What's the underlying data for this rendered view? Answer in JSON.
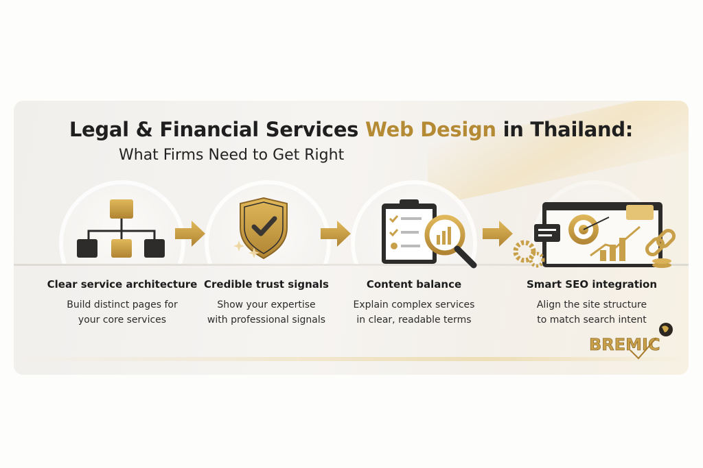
{
  "title": {
    "part1": "Legal & Financial Services ",
    "accent": "Web Design",
    "part2": " in Thailand:"
  },
  "subtitle": "What Firms Need to Get Right",
  "colors": {
    "gold": "#c9a04a",
    "dark": "#2b2b2b",
    "accent_text": "#b58a35"
  },
  "steps": [
    {
      "icon": "sitemap-icon",
      "title": "Clear service architecture",
      "desc1": "Build distinct pages for",
      "desc2": "your core services"
    },
    {
      "icon": "shield-check-icon",
      "title": "Credible trust signals",
      "desc1": "Show your expertise",
      "desc2": "with professional signals"
    },
    {
      "icon": "clipboard-magnifier-icon",
      "title": "Content balance",
      "desc1": "Explain complex services",
      "desc2": "in clear, readable terms"
    },
    {
      "icon": "seo-dashboard-icon",
      "title": "Smart SEO integration",
      "desc1": "Align the site structure",
      "desc2": "to match search intent"
    }
  ],
  "logo": {
    "text": "BREMIC"
  }
}
